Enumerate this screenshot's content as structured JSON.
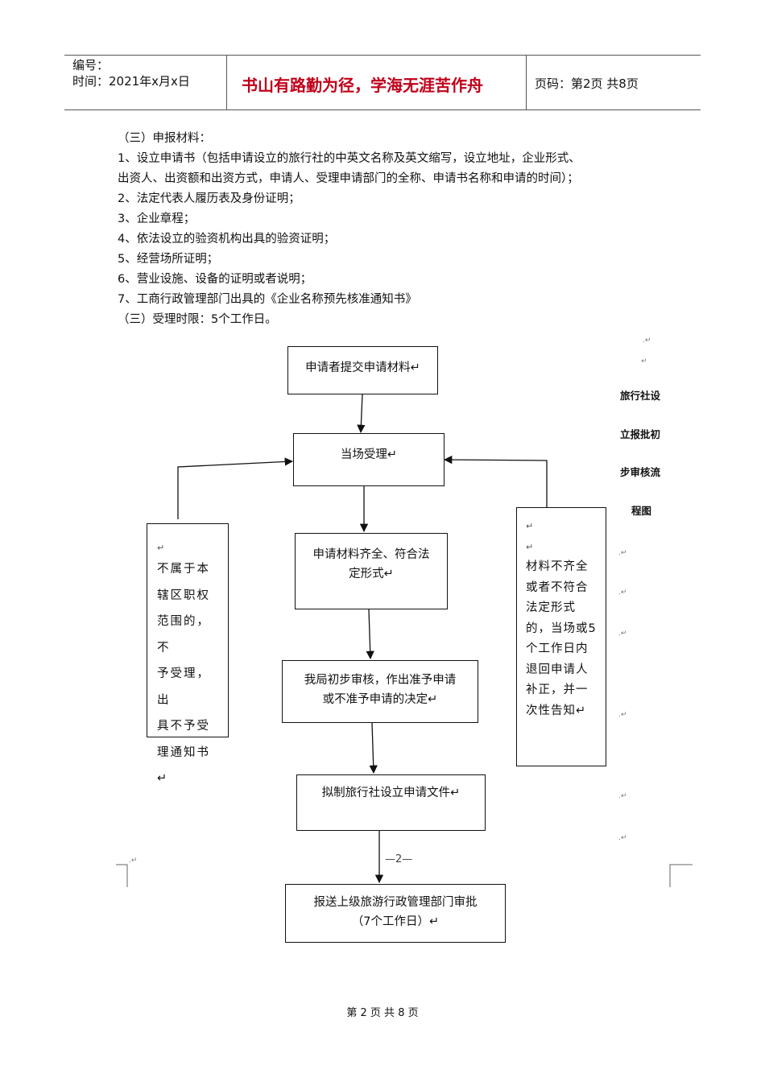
{
  "header": {
    "number_label": "编号：",
    "time_label": "时间：2021年x月x日",
    "slogan": "书山有路勤为径，学海无涯苦作舟",
    "page_label": "页码：第2页  共8页"
  },
  "content": {
    "lines": [
      "（三）申报材料：",
      "1、设立申请书（包括申请设立的旅行社的中英文名称及英文缩写，设立地址，企业形式、",
      "出资人、出资额和出资方式，申请人、受理申请部门的全称、申请书名称和申请的时间）；",
      "2、法定代表人履历表及身份证明；",
      "3、企业章程；",
      "4、依法设立的验资机构出具的验资证明；",
      "5、经营场所证明；",
      "6、营业设施、设备的证明或者说明；",
      "7、工商行政管理部门出具的《企业名称预先核准通知书》",
      "（三）受理时限：5个工作日。"
    ]
  },
  "flowchart": {
    "side_title": [
      "旅行社设",
      "立报批初",
      "步审核流",
      "程图"
    ],
    "submit": "申请者提交申请材料↵",
    "accept": "当场受理↵",
    "complete_1": "申请材料齐全、符合法",
    "complete_2": "定形式↵",
    "review_1": "我局初步审核，作出准予申请",
    "review_2": "或不准予申请的决定↵",
    "draft": "拟制旅行社设立申请文件↵",
    "report_1": "报送上级旅游行政管理部门审批",
    "report_2": "（7个工作日）↵",
    "reject_lines": [
      "↵",
      "不属于本",
      "辖区职权",
      "范围的，不",
      "予受理，出",
      "具不予受",
      "理通知书↵"
    ],
    "return_lines": [
      "↵",
      "↵",
      "材料不齐全",
      "或者不符合",
      "法定形式",
      "的，当场或5",
      "个工作日内",
      "退回申请人",
      "补正，并一",
      "次性告知↵"
    ],
    "page_marker": "—2—"
  },
  "footer": {
    "text": "第 2 页 共 8 页"
  }
}
